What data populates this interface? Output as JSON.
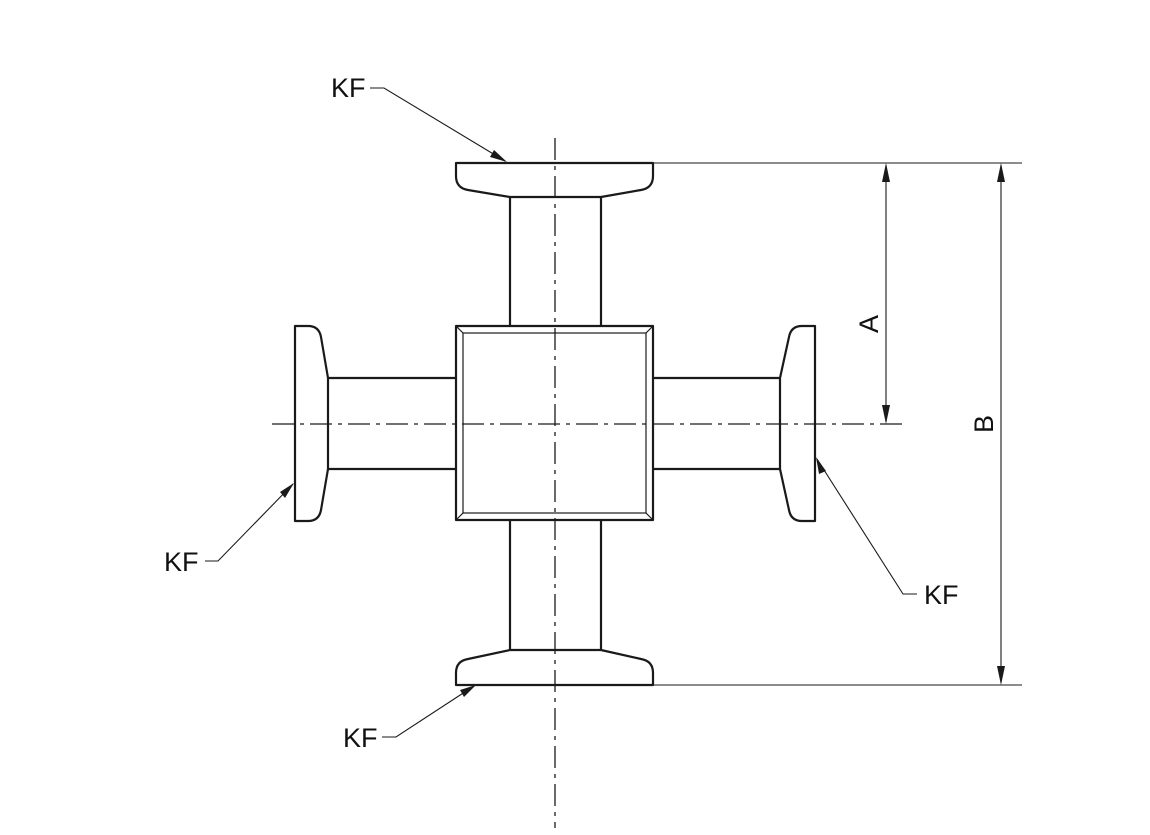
{
  "labels": {
    "kf_top": "KF",
    "kf_left": "KF",
    "kf_right": "KF",
    "kf_bottom": "KF",
    "dim_a": "A",
    "dim_b": "B"
  },
  "colors": {
    "line": "#1a1a1a",
    "background": "#ffffff"
  }
}
